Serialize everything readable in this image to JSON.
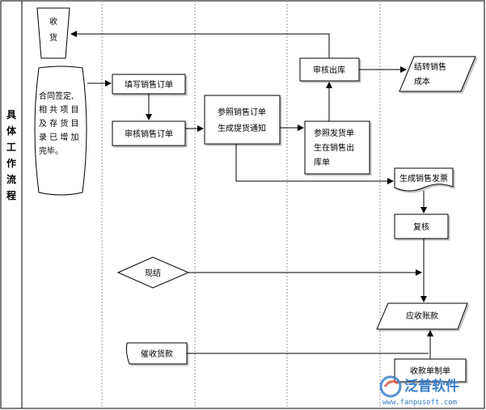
{
  "side_label": [
    "具",
    "体",
    "工",
    "作",
    "流",
    "程"
  ],
  "nodes": {
    "receive_goods": [
      "收",
      "货"
    ],
    "contract_note": [
      "合同签定,",
      "相 共 项 目",
      "及 存 货 目",
      "录 已 增 加",
      "完毕。"
    ],
    "fill_order": "填写销售订单",
    "review_order": "审核销售订单",
    "ref_order": [
      "参照销售订单",
      "生成提货通知"
    ],
    "review_outbound": "审核出库",
    "ref_delivery": [
      "参照发货单",
      "生在销售出",
      "库单"
    ],
    "transfer_cost": [
      "结转销售",
      "成本"
    ],
    "gen_invoice": "生成销售发票",
    "recheck": "复核",
    "cash_settle": "现结",
    "receivable": "应收账款",
    "collect_payment": "催收货款",
    "receipt_voucher": "收款单制单"
  },
  "watermark": {
    "brand": "泛普软件",
    "url": "www.fanpusoft.com"
  },
  "colors": {
    "stroke": "#000000",
    "lane_line": "#999999",
    "watermark": "#3a7fc9"
  }
}
